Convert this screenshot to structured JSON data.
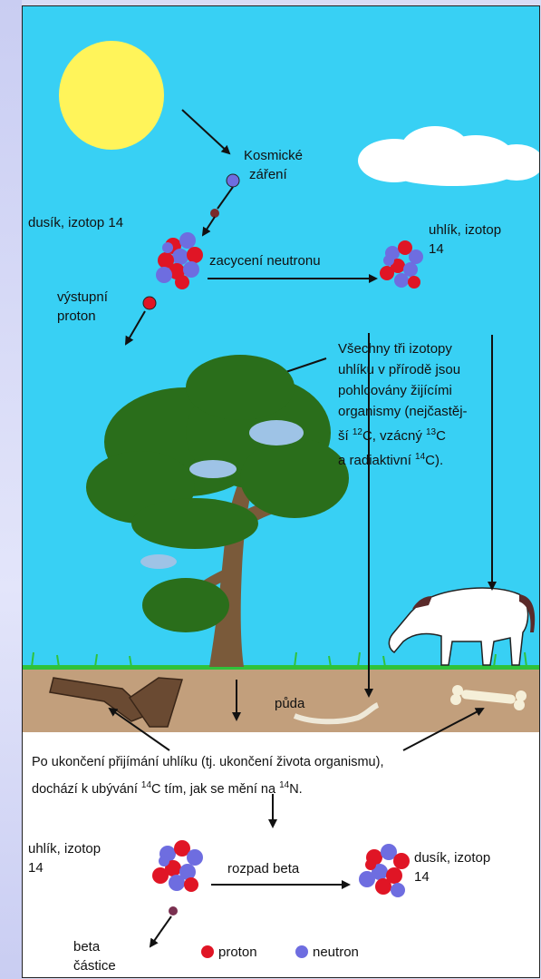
{
  "labels": {
    "cosmic": [
      "Kosmické",
      "záření"
    ],
    "nitrogen_top": "dusík, izotop 14",
    "carbon_top": [
      "uhlík, izotop",
      "14"
    ],
    "capture": "zacycení neutronu",
    "proton_out": [
      "výstupní",
      "proton"
    ],
    "all_isotopes": {
      "line1": "Všechny tři izotopy",
      "line2": "uhlíku v přírodě jsou",
      "line3": "pohlcovány žijícími",
      "line4": "organismy (nejčastěj-",
      "line5a": "ší ",
      "sup12": "12",
      "line5b": "C, vzácný ",
      "sup13": "13",
      "line5c": "C",
      "line6a": "a radiaktivní ",
      "sup14": "14",
      "line6b": "C)."
    },
    "soil": "půda",
    "decay_text": {
      "line1": "Po ukončení přijímání uhlíku (tj. ukončení života organismu),",
      "line2a": "dochází k ubývání ",
      "sup14a": "14",
      "line2b": "C tím, jak se mění na ",
      "sup14b": "14",
      "line2c": "N."
    },
    "carbon_bottom": [
      "uhlík, izotop",
      "14"
    ],
    "beta_decay": "rozpad beta",
    "nitrogen_bottom": [
      "dusík, izotop",
      "14"
    ],
    "beta_particle": [
      "beta",
      "částice"
    ],
    "legend_proton": "proton",
    "legend_neutron": "neutron"
  },
  "colors": {
    "sky": "#38d0f4",
    "sun": "#fff45a",
    "soil": "#c29f7c",
    "grass": "#2fc23a",
    "proton": "#e01525",
    "neutron": "#6e6de0",
    "tree_leaves": "#2a6e1b",
    "tree_trunk": "#7a5a3a"
  }
}
